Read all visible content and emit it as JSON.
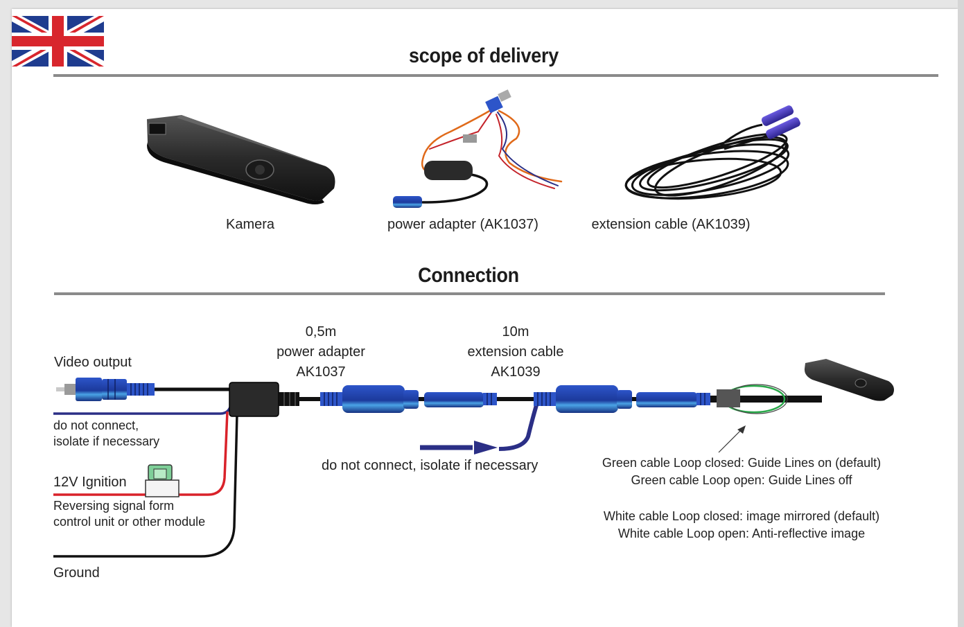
{
  "flag": {
    "icon": "uk-flag-icon"
  },
  "sections": {
    "delivery_title": "scope of delivery",
    "connection_title": "Connection"
  },
  "delivery_items": [
    {
      "label": "Kamera",
      "icon": "camera-product-photo"
    },
    {
      "label": "power adapter (AK1037)",
      "icon": "power-adapter-product-photo"
    },
    {
      "label": "extension cable (AK1039)",
      "icon": "extension-cable-product-photo"
    }
  ],
  "connection": {
    "video_output": "Video output",
    "dnc_blue_line1": "do not connect,",
    "dnc_blue_line2": "isolate if necessary",
    "ignition": "12V Ignition",
    "reversing_line1": "Reversing signal form",
    "reversing_line2": "control unit or other module",
    "ground": "Ground",
    "adapter_len": "0,5m",
    "adapter_name": "power adapter",
    "adapter_code": "AK1037",
    "ext_len": "10m",
    "ext_name": "extension cable",
    "ext_code": "AK1039",
    "dnc_center": "do not connect, isolate if necessary",
    "green_closed": "Green cable Loop closed: Guide Lines on (default)",
    "green_open": "Green cable Loop open: Guide Lines off",
    "white_closed": "White cable Loop closed: image mirrored (default)",
    "white_open": "White cable Loop open: Anti-reflective image"
  },
  "colors": {
    "connector_blue": "#1f3fa8",
    "connector_light": "#4aa3e6",
    "wire_blue": "#2b2f86",
    "wire_red": "#d9222a",
    "wire_black": "#111111",
    "loop_green": "#2aa84a",
    "rule_gray": "#8a8a8a"
  }
}
